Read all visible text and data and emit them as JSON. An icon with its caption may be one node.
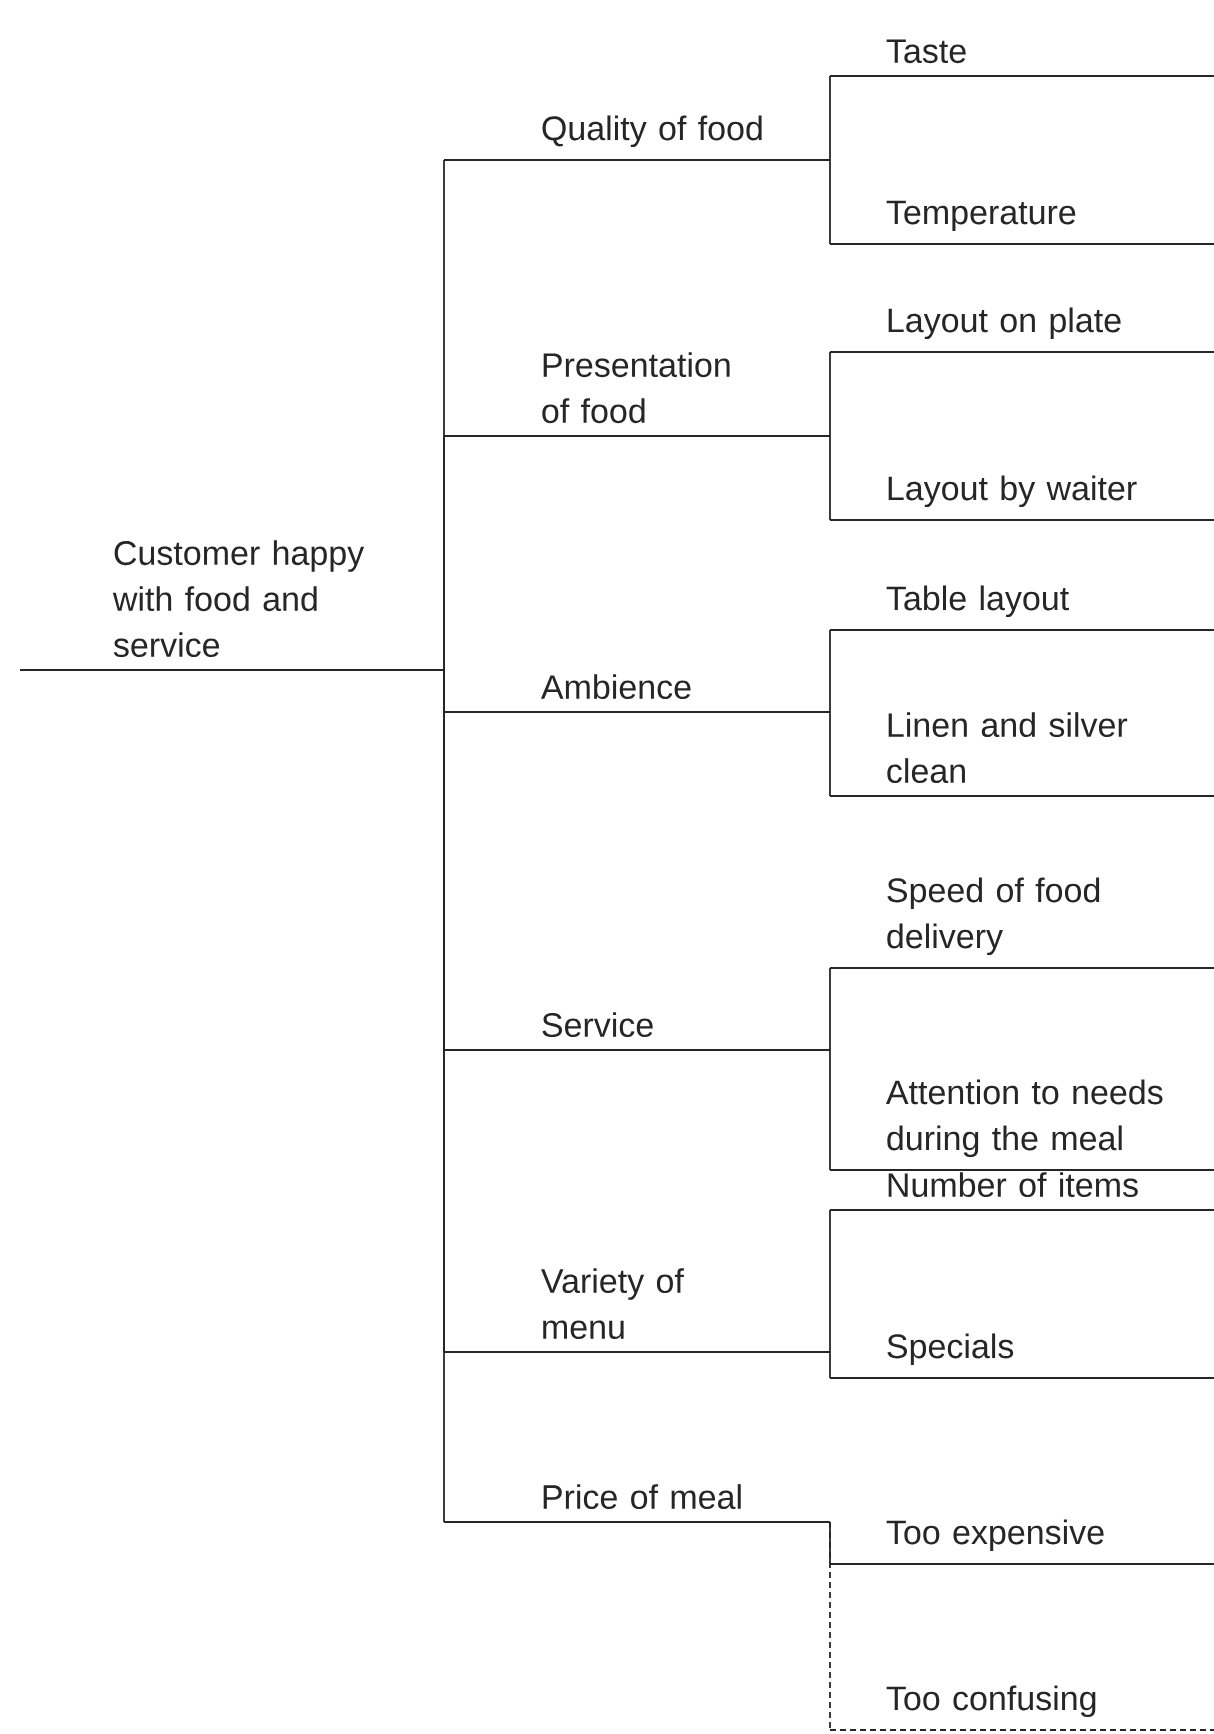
{
  "diagram": {
    "nodes": [
      {
        "text": [
          "Customer happy with food and service"
        ]
      },
      {
        "text": [
          "Quality of food"
        ]
      },
      {
        "text": [
          "Taste"
        ]
      },
      {
        "text": [
          "Temperature"
        ]
      },
      {
        "text": [
          "Presentation of food"
        ]
      },
      {
        "text": [
          "Layout on plate"
        ]
      },
      {
        "text": [
          "Layout by waiter"
        ]
      },
      {
        "text": [
          "Ambience"
        ]
      },
      {
        "text": [
          "Table layout"
        ]
      },
      {
        "text": [
          "Linen and silver clean"
        ]
      },
      {
        "text": [
          "Service"
        ]
      },
      {
        "text": [
          "Speed of food delivery"
        ]
      },
      {
        "text": [
          "Attention to needs during the meal"
        ]
      },
      {
        "text": [
          "Variety of menu"
        ]
      },
      {
        "text": [
          "Number of items"
        ]
      },
      {
        "text": [
          "Specials"
        ]
      },
      {
        "text": [
          "Price of meal"
        ]
      },
      {
        "text": [
          "Too expensive"
        ]
      },
      {
        "text": [
          "Too confusing"
        ]
      }
    ],
    "edges": [
      {
        "from": 0,
        "to": 1,
        "arrow": "none"
      },
      {
        "from": 0,
        "to": 4,
        "arrow": "none"
      },
      {
        "from": 0,
        "to": 7,
        "arrow": "none"
      },
      {
        "from": 0,
        "to": 10,
        "arrow": "none"
      },
      {
        "from": 0,
        "to": 13,
        "arrow": "none"
      },
      {
        "from": 0,
        "to": 16,
        "arrow": "none"
      },
      {
        "from": 1,
        "to": 2,
        "arrow": "none"
      },
      {
        "from": 1,
        "to": 3,
        "arrow": "none"
      },
      {
        "from": 4,
        "to": 5,
        "arrow": "none"
      },
      {
        "from": 4,
        "to": 6,
        "arrow": "none"
      },
      {
        "from": 7,
        "to": 8,
        "arrow": "none"
      },
      {
        "from": 7,
        "to": 9,
        "arrow": "none"
      },
      {
        "from": 10,
        "to": 11,
        "arrow": "none"
      },
      {
        "from": 10,
        "to": 12,
        "arrow": "none"
      },
      {
        "from": 13,
        "to": 14,
        "arrow": "none"
      },
      {
        "from": 13,
        "to": 15,
        "arrow": "none"
      },
      {
        "from": 16,
        "to": 17,
        "arrow": "none"
      },
      {
        "from": 16,
        "to": 18,
        "arrow": "none",
        "style": "dashed"
      }
    ]
  }
}
